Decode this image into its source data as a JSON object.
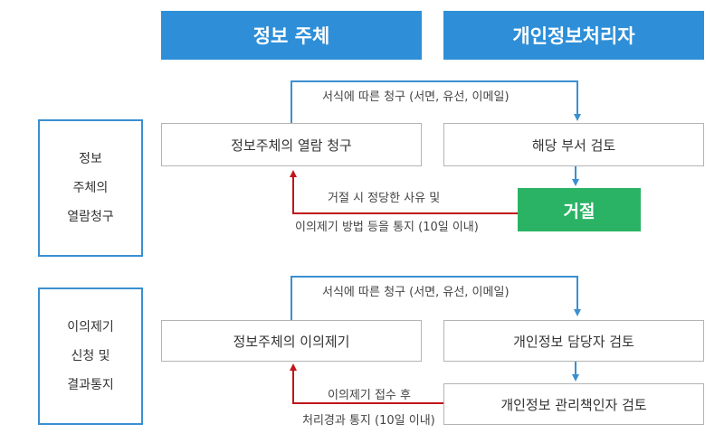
{
  "header": {
    "subject": "정보 주체",
    "processor": "개인정보처리자"
  },
  "section1": {
    "side": [
      "정보",
      "주체의",
      "열람청구"
    ],
    "request_box": "정보주체의 열람 청구",
    "review_box": "해당 부서 검토",
    "reject_box": "거절",
    "top_label": "서식에 따른 청구 (서면, 유선, 이메일)",
    "reject_label_1": "거절  시 정당한 사유 및",
    "reject_label_2": "이의제기 방법 등을 통지 (10일 이내)"
  },
  "section2": {
    "side": [
      "이의제기",
      "신청 및",
      "결과통지"
    ],
    "request_box": "정보주체의 이의제기",
    "review_box": "개인정보 담당자 검토",
    "final_box": "개인정보 관리책인자 검토",
    "top_label": "서식에 따른 청구 (서면, 유선, 이메일)",
    "return_label_1": "이의제기 접수 후",
    "return_label_2": "처리경과 통지 (10일 이내)"
  },
  "colors": {
    "header_blue": "#2e8fd8",
    "border_blue": "#3a8fd0",
    "reject_green": "#2ab364",
    "arrow_red": "#c0161b",
    "line_blue": "#3a8fd0"
  }
}
